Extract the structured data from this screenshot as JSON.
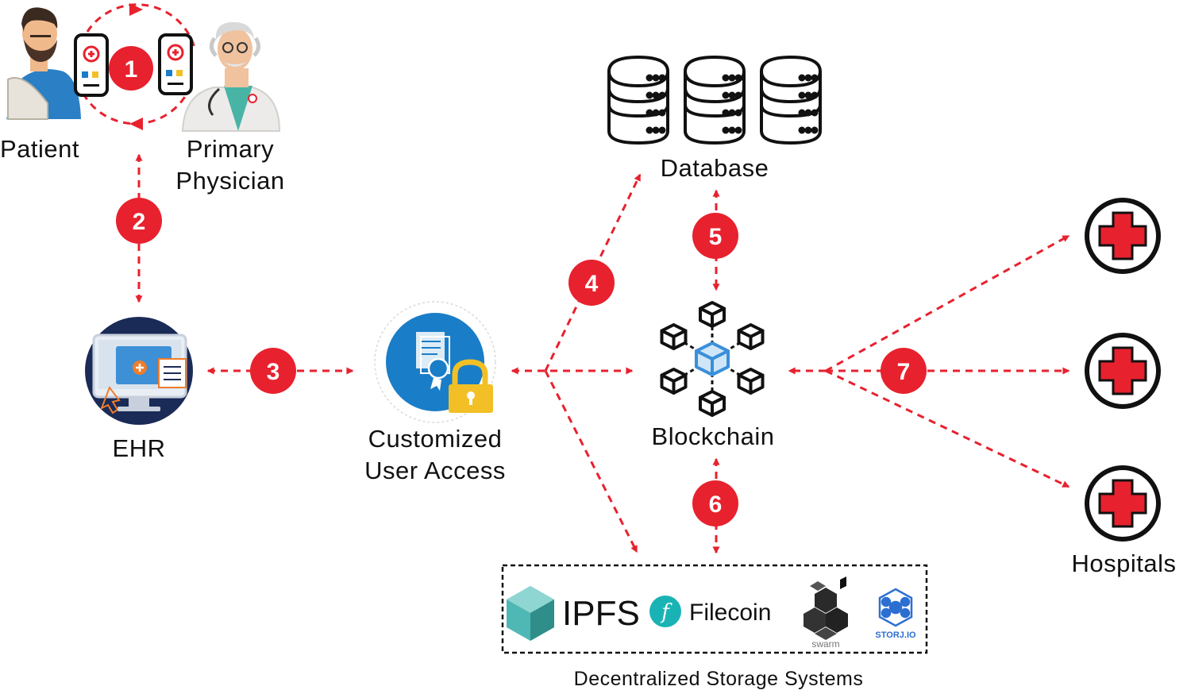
{
  "colors": {
    "accent_red": "#e8212e",
    "dark": "#111111",
    "blue": "#1a7dc7",
    "lock_yellow": "#f2c026",
    "ipfs_teal": "#4fb8b5",
    "filecoin_teal": "#1ab3b5",
    "storj_blue": "#2d6fd1"
  },
  "labels": {
    "patient": "Patient",
    "physician_line1": "Primary",
    "physician_line2": "Physician",
    "ehr": "EHR",
    "access_line1": "Customized",
    "access_line2": "User Access",
    "database": "Database",
    "blockchain": "Blockchain",
    "hospitals": "Hospitals",
    "storage_caption": "Decentralized Storage Systems"
  },
  "steps": [
    "1",
    "2",
    "3",
    "4",
    "5",
    "6",
    "7"
  ],
  "storage_logos": {
    "ipfs": "IPFS",
    "filecoin": "Filecoin",
    "swarm": "swarm",
    "storj": "STORJ.IO"
  },
  "icons": {
    "patient": "patient-avatar-icon",
    "physician": "doctor-avatar-icon",
    "phones": "smartphone-icon",
    "ehr": "monitor-icon",
    "access": "certificate-lock-icon",
    "database": "database-icon",
    "blockchain": "blockchain-cubes-icon",
    "hospital": "hospital-cross-icon"
  }
}
